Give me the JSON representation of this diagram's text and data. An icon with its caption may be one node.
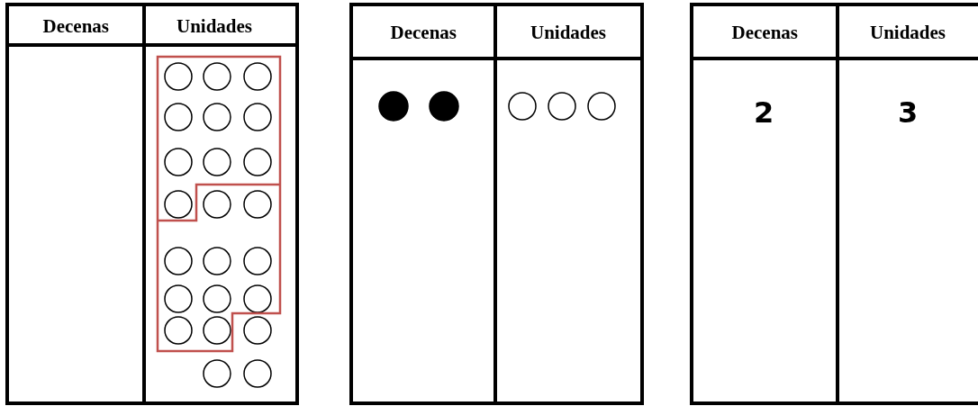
{
  "diagram": {
    "labels": [
      "Decenas",
      "Unidades",
      "Decenas",
      "Unidades",
      "Decenas",
      "Unidades",
      "2",
      "3"
    ]
  }
}
